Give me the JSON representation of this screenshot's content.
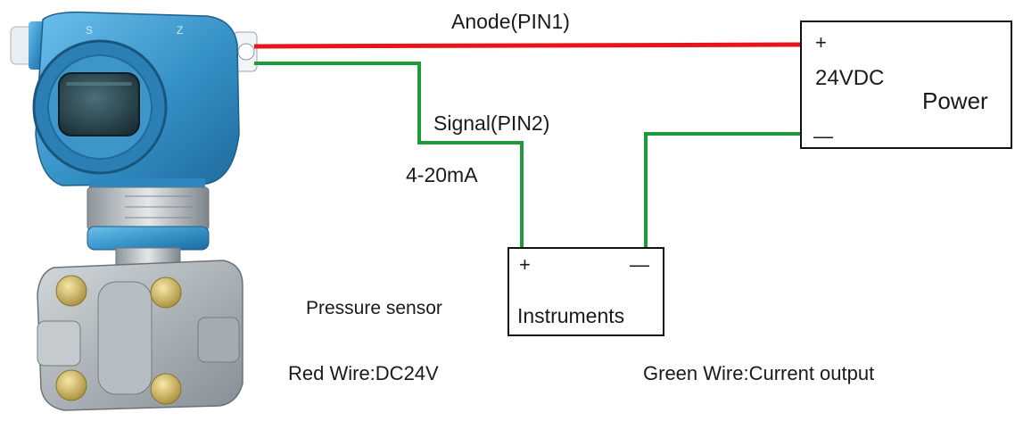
{
  "labels": {
    "anode": "Anode(PIN1)",
    "signal": "Signal(PIN2)",
    "current_range": "4-20mA",
    "sensor_caption": "Pressure sensor",
    "red_wire_note": "Red Wire:DC24V",
    "green_wire_note": "Green Wire:Current output"
  },
  "power_box": {
    "plus": "+",
    "voltage": "24VDC",
    "title": "Power",
    "minus": "—"
  },
  "instruments_box": {
    "plus": "+",
    "minus": "—",
    "title": "Instruments"
  },
  "colors": {
    "red_wire": "#e8141b",
    "green_wire": "#1f9a3a",
    "transmitter_blue": "#3b95c9",
    "flange_gray": "#9aa3aa"
  }
}
